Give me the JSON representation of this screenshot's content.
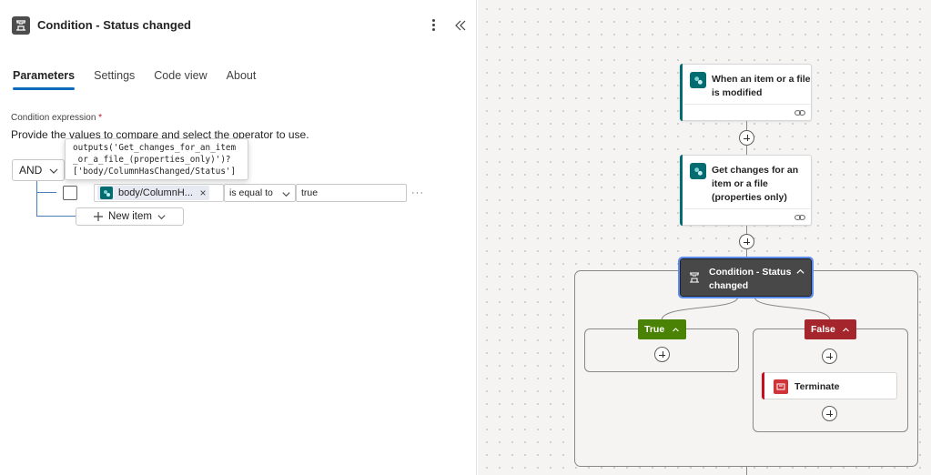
{
  "panel": {
    "title": "Condition - Status changed",
    "tabs": [
      "Parameters",
      "Settings",
      "Code view",
      "About"
    ],
    "active_tab": "Parameters",
    "condition_label": "Condition expression",
    "required_mark": "*",
    "description": "Provide the values to compare and select the operator to use.",
    "tooltip_lines": [
      "outputs('Get_changes_for_an_item",
      "_or_a_file_(properties_only)')?",
      "['body/ColumnHasChanged/Status']"
    ],
    "group_operator": "AND",
    "row": {
      "token_label": "body/ColumnH...",
      "token_remove": "×",
      "operator": "is equal to",
      "value": "true",
      "more": "···"
    },
    "new_item_label": "New item"
  },
  "canvas": {
    "trigger_title_1": "When an item or a file",
    "trigger_title_2": "is modified",
    "action_title_1": "Get changes for an",
    "action_title_2": "item or a file",
    "action_title_3": "(properties only)",
    "condition_title_1": "Condition - Status",
    "condition_title_2": "changed",
    "true_label": "True",
    "false_label": "False",
    "terminate_label": "Terminate"
  },
  "colors": {
    "accent_blue": "#0f6cbd",
    "sharepoint_teal": "#036c70",
    "true_green": "#498205",
    "false_red": "#a4262c",
    "terminate_red": "#d13438",
    "condition_dark": "#484848"
  }
}
